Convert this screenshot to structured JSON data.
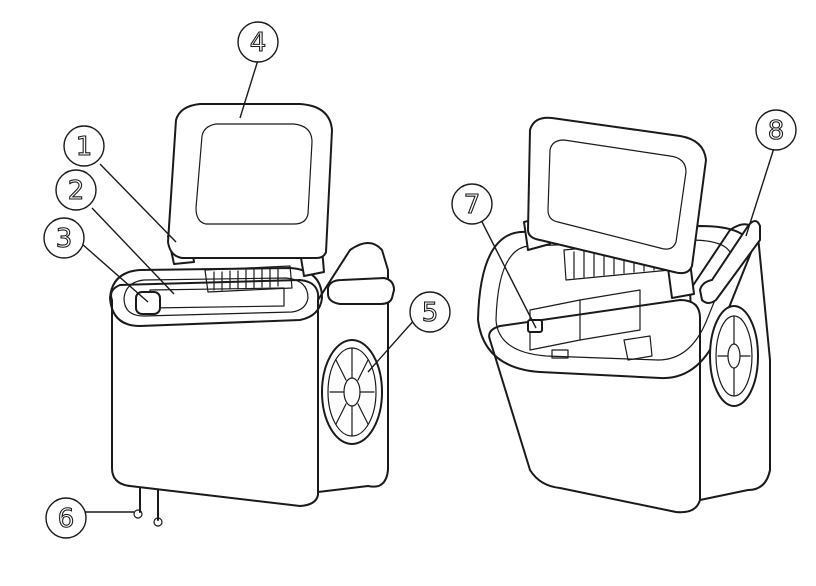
{
  "callouts": [
    {
      "id": "c1",
      "label": "1"
    },
    {
      "id": "c2",
      "label": "2"
    },
    {
      "id": "c3",
      "label": "3"
    },
    {
      "id": "c4",
      "label": "4"
    },
    {
      "id": "c5",
      "label": "5"
    },
    {
      "id": "c6",
      "label": "6"
    },
    {
      "id": "c7",
      "label": "7"
    },
    {
      "id": "c8",
      "label": "8"
    }
  ]
}
